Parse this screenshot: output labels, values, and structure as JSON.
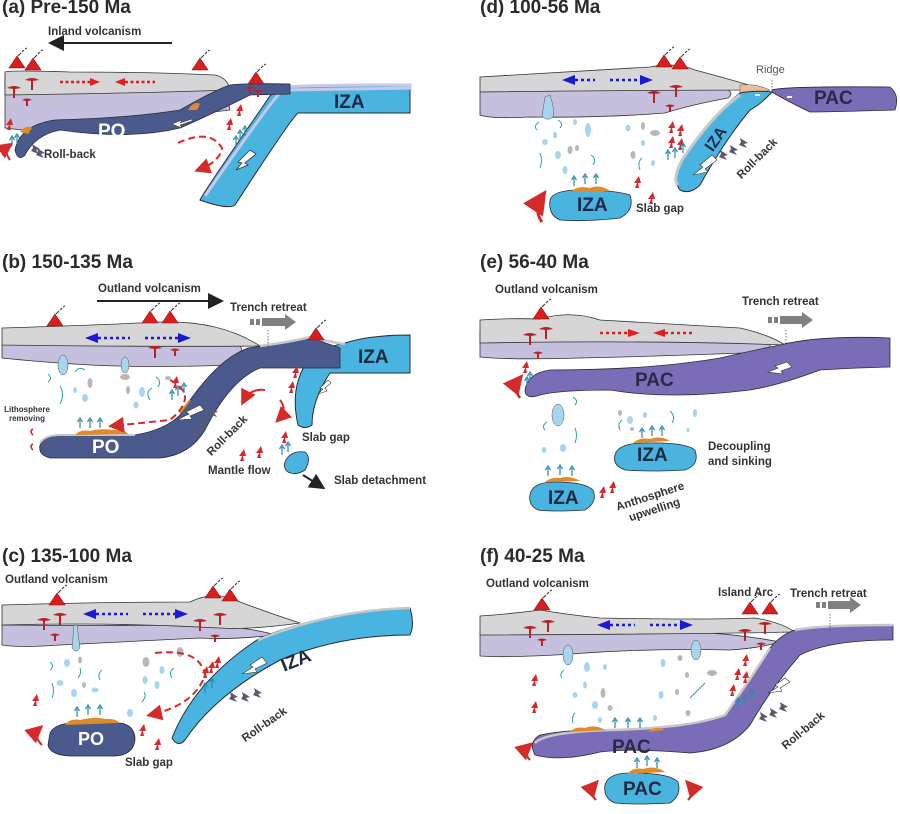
{
  "figure": {
    "colors": {
      "upper_crust": "#d6d6d6",
      "lower_lithosphere": "#c4c0dd",
      "po_plate": "#4a5a8c",
      "iza_plate": "#4ab4e0",
      "pac_plate": "#7b6cb8",
      "volcano": "#d81e1e",
      "magma": "#b8202a",
      "extension_arrow": "#1a1ad0",
      "compression_arrow": "#e02020",
      "mantle_flow": "#d62a2a",
      "fluid": "#24a89a",
      "melt": "#e08a2a",
      "drip_blue": "#a8d4ee",
      "drip_gray": "#b8b8b8",
      "trench_arrow": "#808080"
    },
    "panels": [
      {
        "id": "a",
        "title": "(a) Pre-150 Ma",
        "labels": {
          "volcanism": "Inland volcanism",
          "rollback": "Roll-back"
        },
        "plates": {
          "po": "PO",
          "iza": "IZA"
        }
      },
      {
        "id": "b",
        "title": "(b) 150-135 Ma",
        "labels": {
          "volcanism": "Outland volcanism",
          "trench_retreat": "Trench retreat",
          "lithosphere_removing": "Lithosphere removing",
          "rollback": "Roll-back",
          "slab_gap": "Slab gap",
          "mantle_flow": "Mantle flow",
          "slab_detachment": "Slab detachment"
        },
        "plates": {
          "po": "PO",
          "iza": "IZA"
        }
      },
      {
        "id": "c",
        "title": "(c) 135-100 Ma",
        "labels": {
          "volcanism": "Outland volcanism",
          "rollback": "Roll-back",
          "slab_gap": "Slab gap"
        },
        "plates": {
          "po": "PO",
          "iza": "IZA"
        }
      },
      {
        "id": "d",
        "title": "(d) 100-56 Ma",
        "labels": {
          "ridge": "Ridge",
          "rollback": "Roll-back",
          "slab_gap": "Slab gap"
        },
        "plates": {
          "iza_slab": "IZA",
          "iza_block": "IZA",
          "pac": "PAC"
        }
      },
      {
        "id": "e",
        "title": "(e) 56-40 Ma",
        "labels": {
          "volcanism": "Outland volcanism",
          "trench_retreat": "Trench retreat",
          "decoupling": "Decoupling and sinking",
          "upwelling": "Anthosphere upwelling"
        },
        "plates": {
          "pac": "PAC",
          "iza_upper": "IZA",
          "iza_lower": "IZA"
        }
      },
      {
        "id": "f",
        "title": "(f) 40-25 Ma",
        "labels": {
          "volcanism": "Outland volcanism",
          "island_arc": "Island Arc",
          "trench_retreat": "Trench retreat",
          "rollback": "Roll-back"
        },
        "plates": {
          "pac_slab": "PAC",
          "pac_block": "PAC"
        }
      }
    ]
  }
}
